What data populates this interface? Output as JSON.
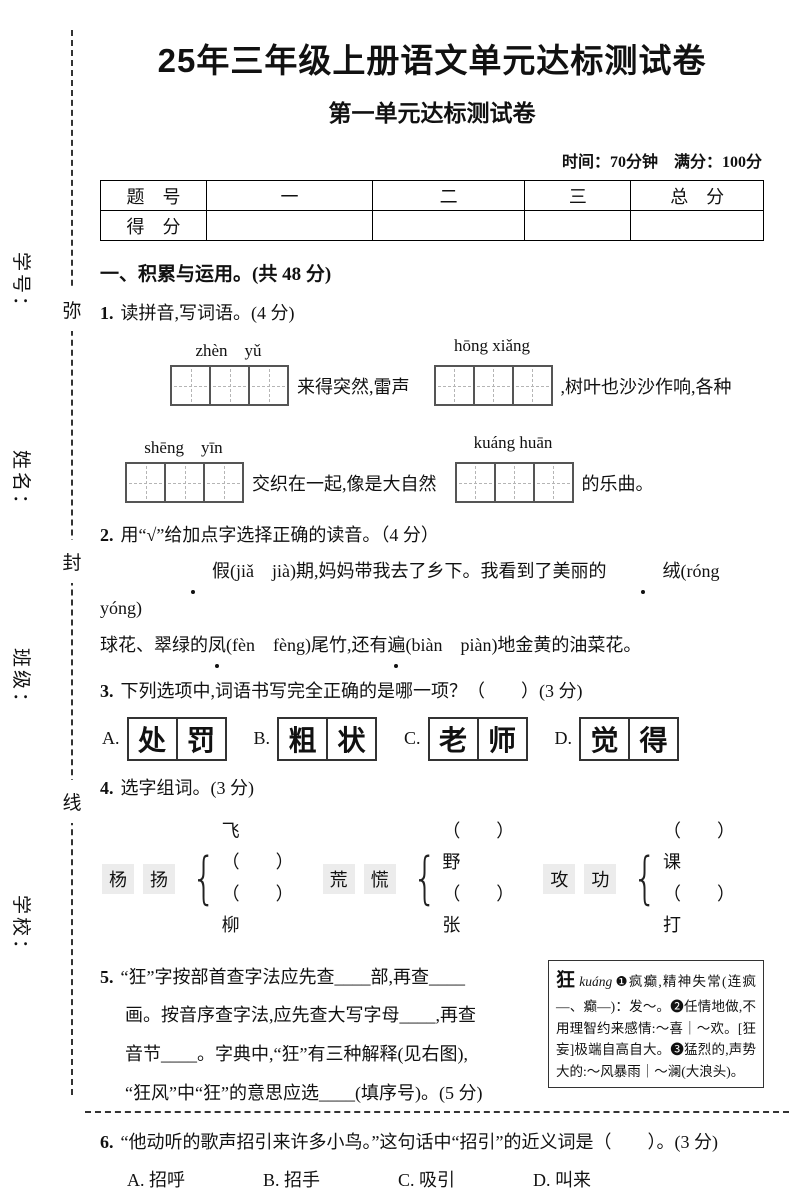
{
  "page": {
    "title": "25年三年级上册语文单元达标测试卷",
    "subtitle": "第一单元达标测试卷",
    "meta": "时间：70分钟　满分：100分"
  },
  "sidebar": {
    "labels": [
      "学号：",
      "姓名：",
      "班级：",
      "学校："
    ],
    "seal_chars": [
      "弥",
      "封",
      "线"
    ]
  },
  "score_table": {
    "header": [
      "题　号",
      "一",
      "二",
      "三",
      "总　分"
    ],
    "row_label": "得　分"
  },
  "section1": {
    "heading": "一、积累与运用。(共 48 分)"
  },
  "q1": {
    "no": "1.",
    "stem": "读拼音,写词语。(4 分)",
    "items": [
      {
        "pinyin": "zhèn　yǔ",
        "after": "来得突然,雷声"
      },
      {
        "pinyin": "hōng xiǎng",
        "after": ",树叶也沙沙作响,各种"
      },
      {
        "pinyin": "shēng　yīn",
        "after": "交织在一起,像是大自然"
      },
      {
        "pinyin": "kuáng huān",
        "after": "的乐曲。"
      }
    ]
  },
  "q2": {
    "no": "2.",
    "stem": "用“√”给加点字选择正确的读音。（4 分）",
    "l1a": "假",
    "l1b": "(jiǎ　jià)期,妈妈带我去了乡下。我看到了美丽的",
    "l1c": "绒",
    "l1d": "(róng　yóng)",
    "l2a": "球花、翠绿的",
    "l2b": "凤",
    "l2c": "(fèn　fèng)尾竹,还有",
    "l2d": "遍",
    "l2e": "(biàn　piàn)地金黄的油菜花。"
  },
  "q3": {
    "no": "3.",
    "stem": "下列选项中,词语书写完全正确的是哪一项？（　　）(3 分)",
    "options": [
      {
        "label": "A.",
        "word": [
          "处",
          "罚"
        ]
      },
      {
        "label": "B.",
        "word": [
          "粗",
          "状"
        ]
      },
      {
        "label": "C.",
        "word": [
          "老",
          "师"
        ]
      },
      {
        "label": "D.",
        "word": [
          "觉",
          "得"
        ]
      }
    ]
  },
  "q4": {
    "no": "4.",
    "stem": "选字组词。(3 分)",
    "groups": [
      {
        "chars": [
          "杨",
          "扬"
        ],
        "top": "飞（　　）",
        "bottom": "（　　）柳"
      },
      {
        "chars": [
          "荒",
          "慌"
        ],
        "top": "（　　）野",
        "bottom": "（　　）张"
      },
      {
        "chars": [
          "攻",
          "功"
        ],
        "top": "（　　）课",
        "bottom": "（　　）打"
      }
    ]
  },
  "q5": {
    "no": "5.",
    "line1": "“狂”字按部首查字法应先查____部,再查____",
    "line2": "画。按音序查字法,应先查大写字母____,再查",
    "line3": "音节____。字典中,“狂”有三种解释(见右图),",
    "line4": "“狂风”中“狂”的意思应选____(填序号)。(5 分)",
    "dict": {
      "head": "狂",
      "pinyin": "kuáng",
      "body": "❶疯癫,精神失常(连疯—、癫—)：发～。❷任情地做,不用理智约来感情:～喜｜～欢。[狂妄]极端自高自大。❸猛烈的,声势大的:～风暴雨｜～澜(大浪头)。"
    }
  },
  "q6": {
    "no": "6.",
    "stem": "“他动听的歌声招引来许多小鸟。”这句话中“招引”的近义词是（　　）。(3 分)",
    "options": [
      "A. 招呼",
      "B. 招手",
      "C. 吸引",
      "D. 叫来"
    ]
  }
}
